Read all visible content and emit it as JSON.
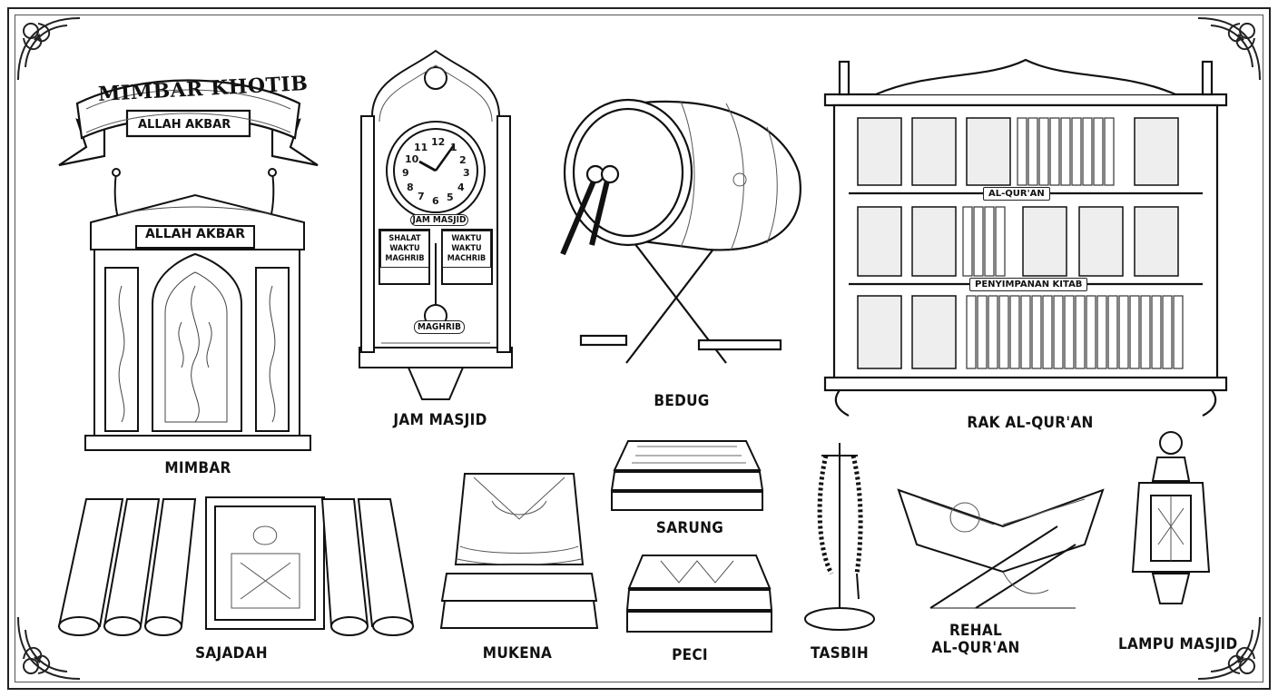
{
  "banner": {
    "title": "MIMBAR KHOTIB",
    "subtitle": "ALLAH AKBAR"
  },
  "mimbar": {
    "plaque": "ALLAH AKBAR",
    "label": "MIMBAR"
  },
  "clock": {
    "label": "JAM MASJID",
    "face_numbers": [
      "12",
      "1",
      "2",
      "3",
      "4",
      "5",
      "6",
      "7",
      "8",
      "9",
      "10",
      "11"
    ],
    "face_tag": "JAM MASJID",
    "left_panel": [
      "SHALAT",
      "WAKTU",
      "MAGHRIB"
    ],
    "right_panel": [
      "WAKTU",
      "WAKTU",
      "MACHRIB"
    ],
    "pendulum_tag": "MAGHRIB"
  },
  "bedug": {
    "label": "BEDUG"
  },
  "shelf": {
    "label": "RAK AL-QUR'AN",
    "tag_top": "AL-QUR'AN",
    "tag_bottom": "PENYIMPANAN KITAB"
  },
  "items": {
    "sajadah": "SAJADAH",
    "mukena": "MUKENA",
    "sarung": "SARUNG",
    "peci": "PECI",
    "tasbih": "TASBIH",
    "rehal_line1": "REHAL",
    "rehal_line2": "AL-QUR'AN",
    "lampu": "LAMPU MASJID"
  },
  "colors": {
    "ink": "#111111",
    "paper": "#ffffff",
    "shade": "#6b6b6b"
  }
}
